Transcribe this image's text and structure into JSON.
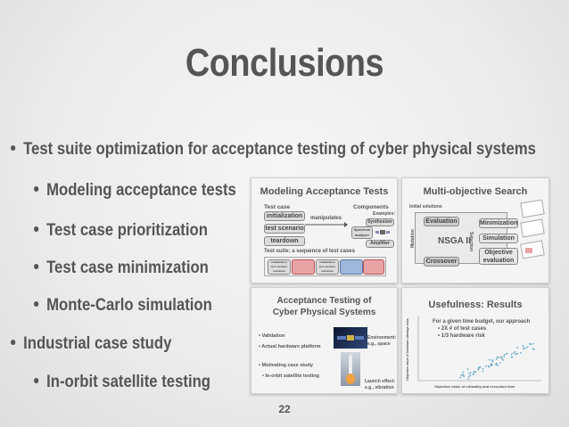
{
  "title": "Conclusions",
  "bullets": [
    {
      "text": "Test suite optimization for acceptance testing of cyber physical systems",
      "level": 1
    },
    {
      "text": "Modeling acceptance tests",
      "level": 2
    },
    {
      "text": "Test case prioritization",
      "level": 2
    },
    {
      "text": "Test case minimization",
      "level": 2
    },
    {
      "text": "Monte-Carlo simulation",
      "level": 2
    },
    {
      "text": "Industrial case study",
      "level": 1
    },
    {
      "text": "In-orbit satellite testing",
      "level": 2
    }
  ],
  "page_number": "22",
  "thumbs": {
    "modeling": {
      "title": "Modeling Acceptance Tests",
      "test_case": "Test case",
      "components": "Components",
      "init": "initialization",
      "scenario": "test scenario",
      "teardown": "teardown",
      "manipulates": "manipulates",
      "examples": "Examples:",
      "synthesizer": "Synthesizer",
      "spectrum": "Spectrum analyzer",
      "amplifier": "Amplifier",
      "suite": "Test suite: a sequence of test cases",
      "mini": [
        "initialization",
        "test scenario",
        "teardown"
      ]
    },
    "mos": {
      "title": "Multi-objective Search",
      "initial": "Initial solutions",
      "evaluation": "Evaluation",
      "minimization": "Minimization",
      "nsga": "NSGA II",
      "simulation": "Simulation",
      "objective": "Objective evaluation",
      "mutation": "Mutation",
      "selection": "Selection",
      "crossover": "Crossover"
    },
    "acceptance": {
      "title1": "Acceptance Testing of",
      "title2": "Cyber Physical Systems",
      "validation": "• Validation",
      "hardware": "• Actual hardware platform",
      "env": "Environment:",
      "env2": "e.g., space",
      "motivating": "• Motivating case study",
      "satellite": "• In-orbit satellite testing",
      "launch": "Launch effect:",
      "launch2": "e.g., vibration"
    },
    "usefulness": {
      "title": "Usefulness: Results",
      "line1": "For a given time budget, our approach",
      "line2": "• 2X # of test cases",
      "line3": "• 1/3 hardware risk",
      "ylabel": "Objective value of hardware damage risks",
      "xlabel": "Objective value of criticality and execution time"
    }
  },
  "colors": {
    "text": "#555555",
    "accent_red": "#e8a4a4",
    "accent_blue": "#9fb7d9",
    "scatter": "#6aa8c9"
  }
}
